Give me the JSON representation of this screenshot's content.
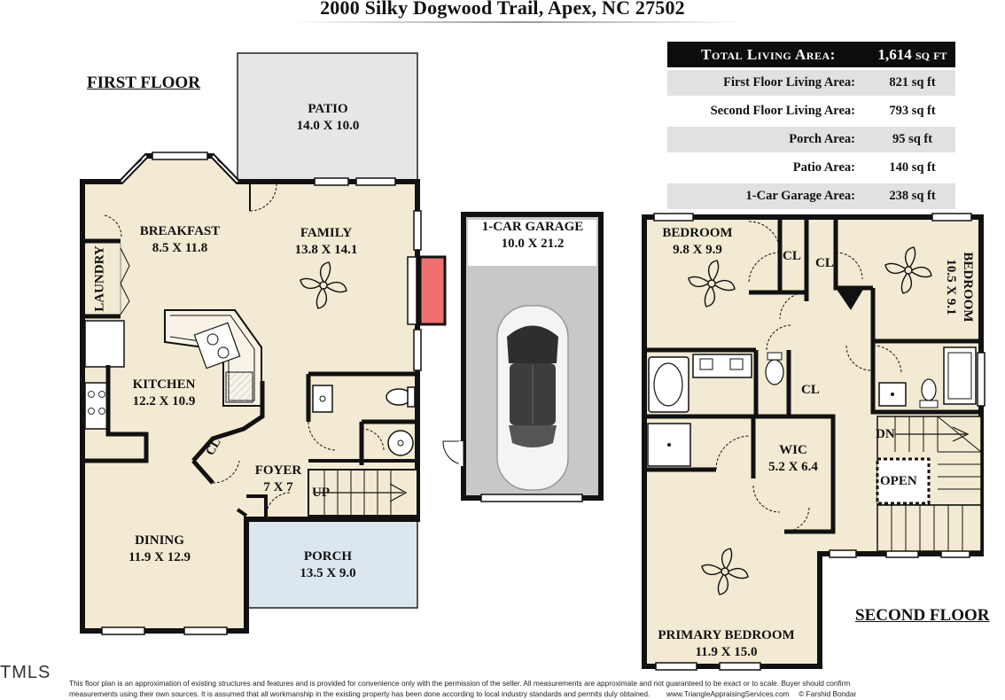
{
  "title": "2000 Silky Dogwood Trail, Apex, NC 27502",
  "labels": {
    "first_floor": "FIRST FLOOR",
    "second_floor": "SECOND FLOOR"
  },
  "area_table": {
    "header_label": "Total Living Area:",
    "header_value": "1,614 sq ft",
    "rows": [
      {
        "label": "First Floor Living Area:",
        "value": "821 sq ft"
      },
      {
        "label": "Second Floor Living Area:",
        "value": "793 sq ft"
      },
      {
        "label": "Porch Area:",
        "value": "95 sq ft"
      },
      {
        "label": "Patio Area:",
        "value": "140 sq ft"
      },
      {
        "label": "1-Car Garage Area:",
        "value": "238 sq ft"
      }
    ]
  },
  "rooms": {
    "patio": {
      "name": "PATIO",
      "dims": "14.0 X 10.0"
    },
    "breakfast": {
      "name": "BREAKFAST",
      "dims": "8.5 X 11.8"
    },
    "family": {
      "name": "FAMILY",
      "dims": "13.8 X 14.1"
    },
    "laundry": {
      "name": "LAUNDRY"
    },
    "kitchen": {
      "name": "KITCHEN",
      "dims": "12.2 X 10.9"
    },
    "foyer": {
      "name": "FOYER",
      "dims": "7 X 7"
    },
    "dining": {
      "name": "DINING",
      "dims": "11.9 X 12.9"
    },
    "porch": {
      "name": "PORCH",
      "dims": "13.5 X 9.0"
    },
    "garage": {
      "name": "1-CAR GARAGE",
      "dims": "10.0 X 21.2"
    },
    "bedroom1": {
      "name": "BEDROOM",
      "dims": "9.8 X 9.9"
    },
    "bedroom2": {
      "name": "BEDROOM",
      "dims": "10.5 X 9.1"
    },
    "wic": {
      "name": "WIC",
      "dims": "5.2 X 6.4"
    },
    "primary": {
      "name": "PRIMARY BEDROOM",
      "dims": "11.9 X 15.0"
    }
  },
  "tags": {
    "cl": "CL",
    "up": "UP",
    "dn": "DN",
    "open": "OPEN"
  },
  "footer": {
    "line1": "This floor plan is an approximation of existing structures and features and is provided for convenience only with the permission of the seller.  All measurements are approximate and not guaranteed to be exact or to scale.  Buyer should confirm",
    "line2": "measurements using their own sources.  It is assumed that all workmanship in the existing property has been done according to local industry standards and permits duly obtained.",
    "website": "www.TriangleAppraisingServices.com",
    "copyright": "© Farshid Bondar"
  },
  "corner_mark": "TMLS",
  "colors": {
    "floor": "#f3ead3",
    "wall": "#111111",
    "patio": "#e6e6e6",
    "porch": "#dbe6ee",
    "garage_floor": "#c4c4c4",
    "fireplace": "#f07070"
  }
}
